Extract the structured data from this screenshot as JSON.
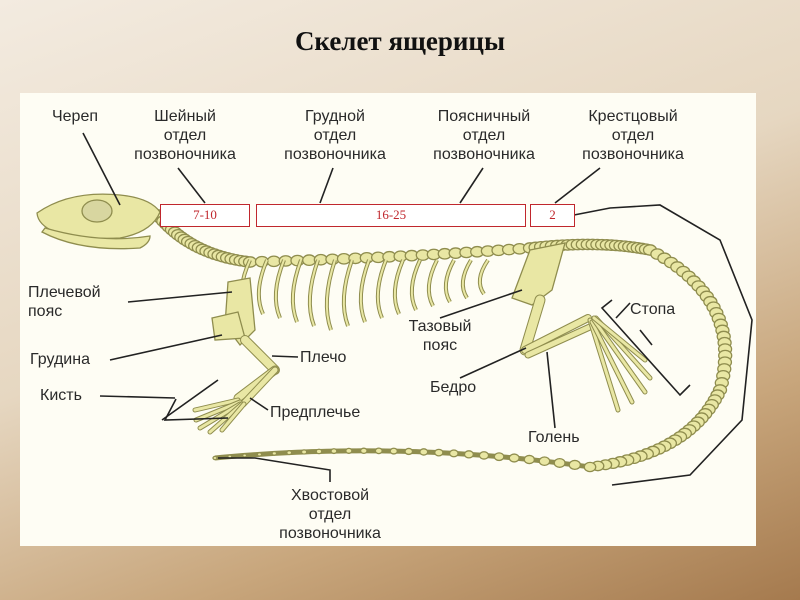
{
  "title": "Скелет ящерицы",
  "labels": {
    "skull": "Череп",
    "cervical": [
      "Шейный",
      "отдел",
      "позвоночника"
    ],
    "thoracic": [
      "Грудной",
      "отдел",
      "позвоночника"
    ],
    "lumbar": [
      "Поясничный",
      "отдел",
      "позвоночника"
    ],
    "sacral": [
      "Крестцовый",
      "отдел",
      "позвоночника"
    ],
    "shoulder_girdle": [
      "Плечевой",
      "пояс"
    ],
    "sternum": "Грудина",
    "hand": "Кисть",
    "humerus": "Плечо",
    "forearm": "Предплечье",
    "pelvic_girdle": [
      "Тазовый",
      "пояс"
    ],
    "femur": "Бедро",
    "shin": "Голень",
    "foot": "Стопа",
    "caudal": [
      "Хвостовой",
      "отдел",
      "позвоночника"
    ]
  },
  "vertebra_counts": {
    "cervical": "7-10",
    "thoracic_lumbar": "16-25",
    "sacral": "2"
  },
  "colors": {
    "bone": "#e9e7a4",
    "bone_outline": "#8f8d4e",
    "count_border": "#c0272d",
    "panel": "#fefdf4"
  }
}
